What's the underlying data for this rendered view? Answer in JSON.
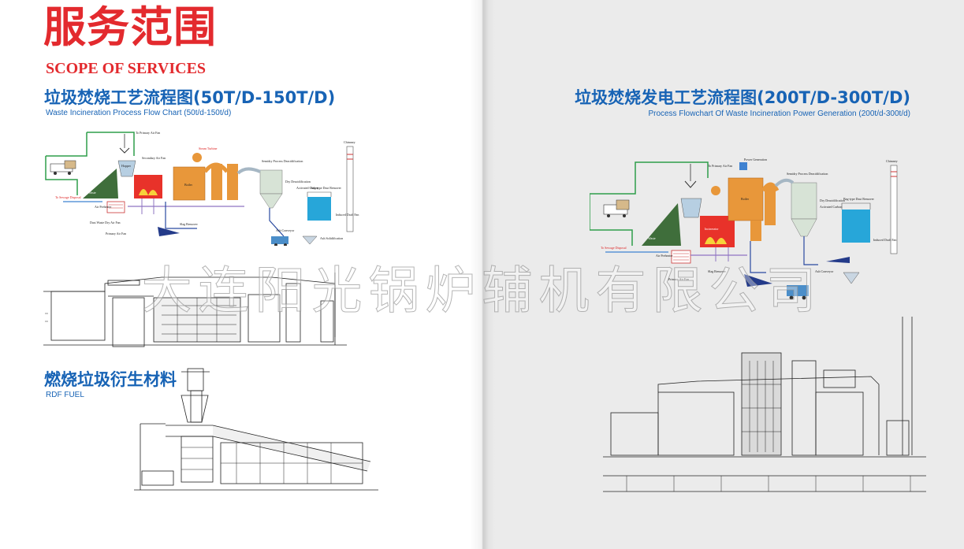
{
  "left": {
    "title_cn": "服务范围",
    "title_en": "SCOPE OF SERVICES",
    "section1": {
      "title_cn": "垃圾焚烧工艺流程图(50T/D-150T/D)",
      "title_en": "Waste Incineration Process Flow Chart (50t/d-150t/d)"
    },
    "section2": {
      "title_cn": "燃烧垃圾衍生材料",
      "title_en": "RDF FUEL"
    },
    "diagram_labels": {
      "primary_air_fan_top": "To Primary Air Fan",
      "secondary_air_fan": "Secondary Air Fan",
      "steam_turbine": "Steam Turbine",
      "hopper": "Hopper",
      "boiler": "Boiler",
      "semi_dry": "Semidry Process Deacidification",
      "dry_deacid": "Dry Deacidification",
      "activated_carbon": "Activated Carbon",
      "bag_filter": "Bag-type Dust Remover",
      "chimney": "Chimney",
      "induced_draft_fan": "Induced Draft Fan",
      "leachate": "To Sewage Disposal",
      "air_preheater": "Air Preheater",
      "dust_fan": "Dust Waste Dry Air Fan",
      "primary_air_fan": "Primary Air Fan",
      "slag_remover": "Slag Remover",
      "ash_conveyor": "Ash Conveyor",
      "ash_solidification": "Ash Solidification",
      "waste_pit": "Waste"
    }
  },
  "right": {
    "section1": {
      "title_cn": "垃圾焚烧发电工艺流程图(200T/D-300T/D)",
      "title_en": "Process Flowchart Of Waste Incineration Power Generation (200t/d-300t/d)"
    },
    "diagram_labels": {
      "power_generation": "Power Generation",
      "primary_air_fan_top": "To Primary Air Fan",
      "boiler": "Boiler",
      "semi_dry": "Semidry Process Deacidification",
      "chimney": "Chimney",
      "dry_deacid": "Dry Deacidification",
      "activated_carbon": "Activated Carbon",
      "bag_filter": "Bag-type Dust Remover",
      "induced_draft_fan": "Induced Draft Fan",
      "incinerator": "Incinerator",
      "leachate": "To Sewage Disposal",
      "air_preheater": "Air Preheater",
      "primary_air_fan": "Primary Air Fan",
      "slag_remover": "Slag Remover",
      "ash_conveyor": "Ash Conveyor",
      "waste_pit": "Waste"
    }
  },
  "watermark": "大连阳光锅炉辅机有限公司",
  "colors": {
    "title_red": "#e32a2e",
    "heading_blue": "#1763b5",
    "line_green": "#2e9e4a",
    "furnace_red": "#e8322a",
    "duct_orange": "#e8973a",
    "filter_blue": "#27a6d9"
  }
}
